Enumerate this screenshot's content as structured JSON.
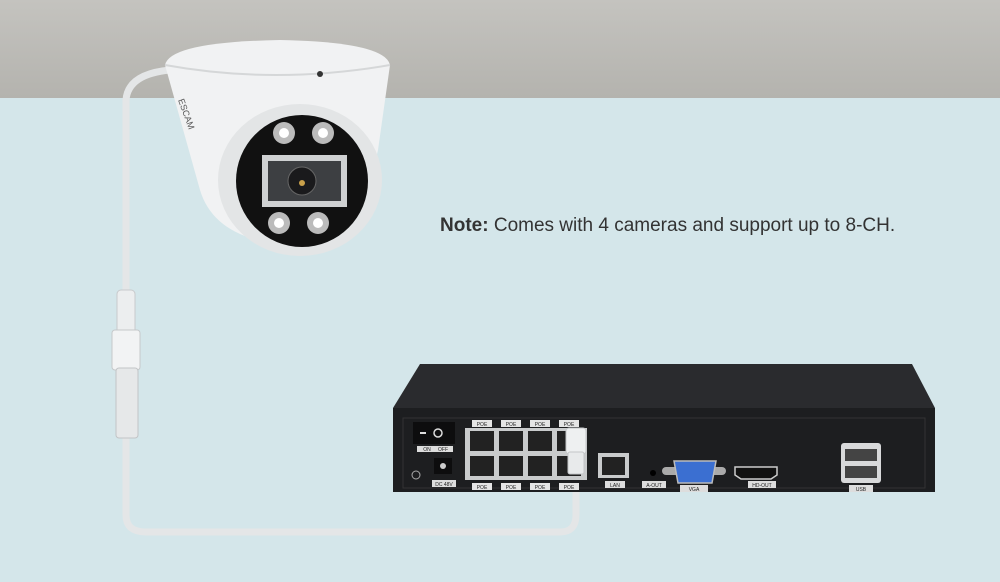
{
  "note": {
    "label": "Note:",
    "text": " Comes with 4 cameras and support up to 8-CH."
  },
  "camera": {
    "brand": "ESCAM"
  },
  "nvr": {
    "switch": {
      "on": "ON",
      "off": "OFF"
    },
    "power": "DC 48V",
    "poe_top": [
      "POE",
      "POE",
      "POE",
      "POE"
    ],
    "poe_bottom": [
      "POE",
      "POE",
      "POE",
      "POE"
    ],
    "lan": "LAN",
    "audio_out": "A-OUT",
    "vga": "VGA",
    "hdmi": "HD-OUT",
    "usb": "USB"
  },
  "colors": {
    "wall": "#d4e6ea",
    "ceiling": "#bdbcb8",
    "nvr": "#1d1e20",
    "vga": "#3b6fd1"
  }
}
